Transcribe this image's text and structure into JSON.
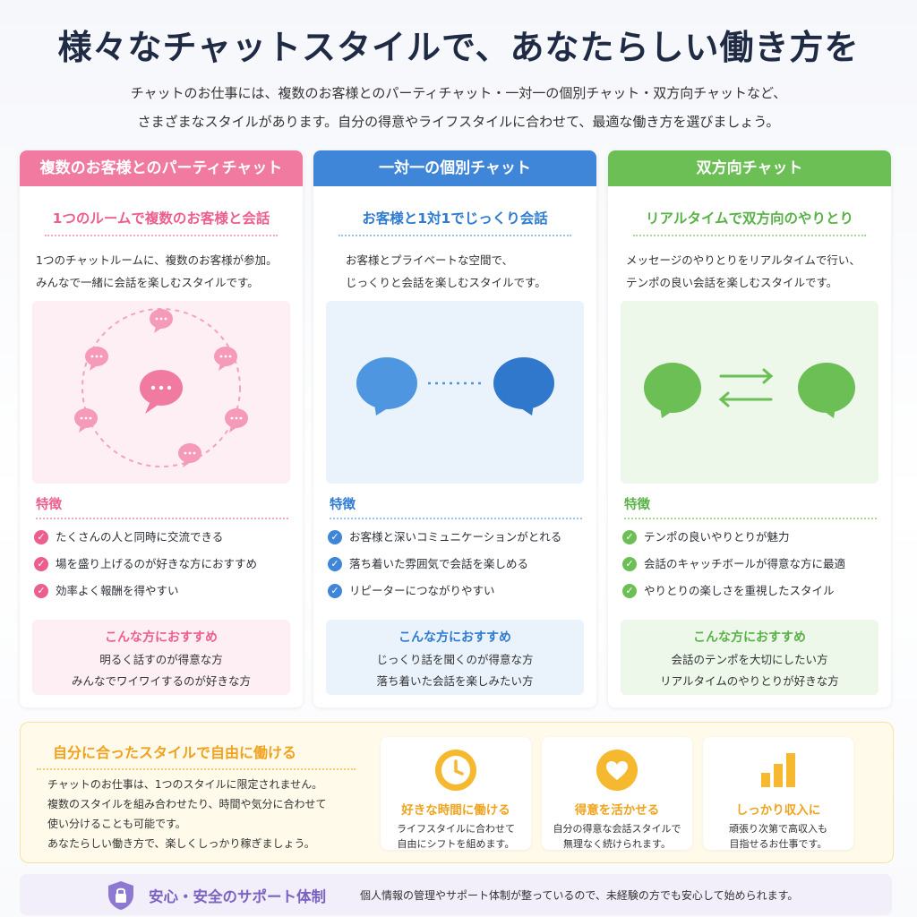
{
  "title": "様々なチャットスタイルで、あなたらしい働き方を",
  "intro": {
    "line1": "チャットのお仕事には、複数のお客様とのパーティチャット・一対一の個別チャット・双方向チャットなど、",
    "line2": "さまざまなスタイルがあります。自分の得意やライフスタイルに合わせて、最適な働き方を選びましょう。"
  },
  "cards": [
    {
      "header": "複数のお客様とのパーティチャット",
      "subtitle": "1つのルームで複数のお客様と会話",
      "desc": [
        "1つのチャットルームに、複数のお客様が参加。",
        "みんなで一緒に会話を楽しむスタイルです。"
      ],
      "features_title": "特徴",
      "features": [
        "たくさんの人と同時に交流できる",
        "場を盛り上げるのが好きな方におすすめ",
        "効率よく報酬を得やすい"
      ],
      "rec_title": "こんな方におすすめ",
      "rec": [
        "明るく話すのが得意な方",
        "みんなでワイワイするのが好きな方"
      ],
      "accent": "#f07aa0"
    },
    {
      "header": "一対一の個別チャット",
      "subtitle": "お客様と1対1でじっくり会話",
      "desc": [
        "お客様とプライベートな空間で、",
        "じっくりと会話を楽しむスタイルです。"
      ],
      "features_title": "特徴",
      "features": [
        "お客様と深いコミュニケーションがとれる",
        "落ち着いた雰囲気で会話を楽しめる",
        "リピーターにつながりやすい"
      ],
      "rec_title": "こんな方におすすめ",
      "rec": [
        "じっくり話を聞くのが得意な方",
        "落ち着いた会話を楽しみたい方"
      ],
      "accent": "#3f86d8"
    },
    {
      "header": "双方向チャット",
      "subtitle": "リアルタイムで双方向のやりとり",
      "desc": [
        "メッセージのやりとりをリアルタイムで行い、",
        "テンポの良い会話を楽しむスタイルです。"
      ],
      "features_title": "特徴",
      "features": [
        "テンポの良いやりとりが魅力",
        "会話のキャッチボールが得意な方に最適",
        "やりとりの楽しさを重視したスタイル"
      ],
      "rec_title": "こんな方におすすめ",
      "rec": [
        "会話のテンポを大切にしたい方",
        "リアルタイムのやりとりが好きな方"
      ],
      "accent": "#6cbf55"
    }
  ],
  "free": {
    "title": "自分に合ったスタイルで自由に働ける",
    "text": [
      "チャットのお仕事は、1つのスタイルに限定されません。",
      "複数のスタイルを組み合わせたり、時間や気分に合わせて",
      "使い分けることも可能です。",
      "あなたらしい働き方で、楽しくしっかり稼ぎましょう。"
    ],
    "benefits": [
      {
        "icon": "clock-icon",
        "title": "好きな時間に働ける",
        "text": [
          "ライフスタイルに合わせて",
          "自由にシフトを組めます。"
        ]
      },
      {
        "icon": "heart-icon",
        "title": "得意を活かせる",
        "text": [
          "自分の得意な会話スタイルで",
          "無理なく続けられます。"
        ]
      },
      {
        "icon": "bar-chart-icon",
        "title": "しっかり収入に",
        "text": [
          "頑張り次第で高収入も",
          "目指せるお仕事です。"
        ]
      }
    ]
  },
  "support": {
    "icon": "shield-check-icon",
    "title": "安心・安全のサポート体制",
    "text": "個人情報の管理やサポート体制が整っているので、未経験の方でも安心して始められます。"
  }
}
